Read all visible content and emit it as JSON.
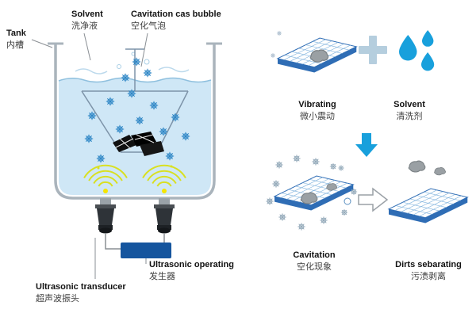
{
  "diagram": {
    "left": {
      "tank": {
        "en": "Tank",
        "zh": "内槽"
      },
      "solvent": {
        "en": "Solvent",
        "zh": "洗净液"
      },
      "cavitation_gas_bubble": {
        "en": "Cavitation cas bubble",
        "zh": "空化气泡"
      },
      "ultrasonic_operating": {
        "en": "Ultrasonic operating",
        "zh": "发生器"
      },
      "ultrasonic_transducer": {
        "en": "Ultrasonic transducer",
        "zh": "超声波振头"
      }
    },
    "right": {
      "vibrating": {
        "en": "Vibrating",
        "zh": "微小震动"
      },
      "solvent": {
        "en": "Solvent",
        "zh": "清洗剂"
      },
      "cavitation": {
        "en": "Cavitation",
        "zh": "空化现象"
      },
      "dirts_separating": {
        "en": "Dirts sebarating",
        "zh": "污渍剥离"
      }
    },
    "icons": {
      "bubble": "gear-bubble-icon",
      "droplet": "water-drop-icon",
      "plus": "plus-icon",
      "down_arrow": "down-arrow-icon",
      "right_arrow": "right-outline-arrow-icon"
    },
    "colors": {
      "water": "#cfe7f6",
      "water_line": "#8fc0de",
      "wave_yellow": "#d9e021",
      "bubble_blue": "#2f87c6",
      "sheet_edge": "#2f6db5",
      "grid_line": "#7fb2dd",
      "drop_blue": "#18a0dc",
      "generator_blue": "#15559e",
      "dirt_gray": "#9aa0a4",
      "sparkle_gray": "#93a9b9"
    }
  }
}
